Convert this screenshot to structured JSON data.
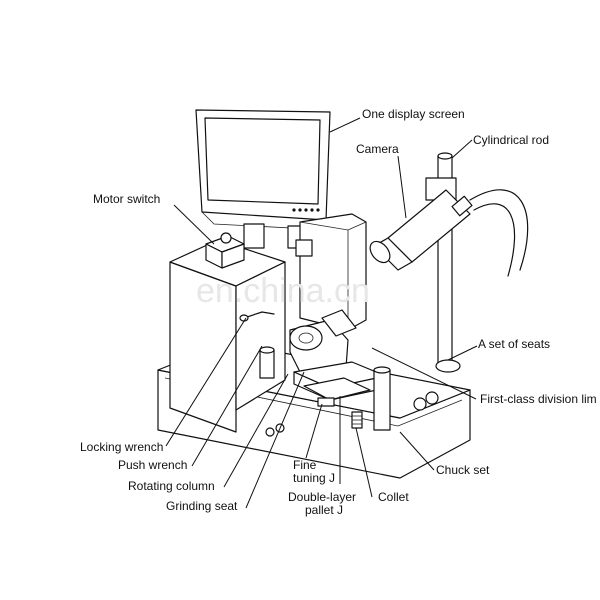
{
  "watermark": "en.china.cn",
  "labels": {
    "display_screen": "One display screen",
    "cylindrical_rod": "Cylindrical rod",
    "camera": "Camera",
    "motor_switch": "Motor switch",
    "set_of_seats": "A set of seats",
    "division_limit": "First-class division lim",
    "locking_wrench": "Locking wrench",
    "push_wrench": "Push wrench",
    "rotating_column": "Rotating column",
    "grinding_seat": "Grinding seat",
    "fine_tuning_1": "Fine",
    "fine_tuning_2": "tuning J",
    "pallet_1": "Double-layer",
    "pallet_2": "pallet J",
    "collet": "Collet",
    "chuck_set": "Chuck set"
  }
}
